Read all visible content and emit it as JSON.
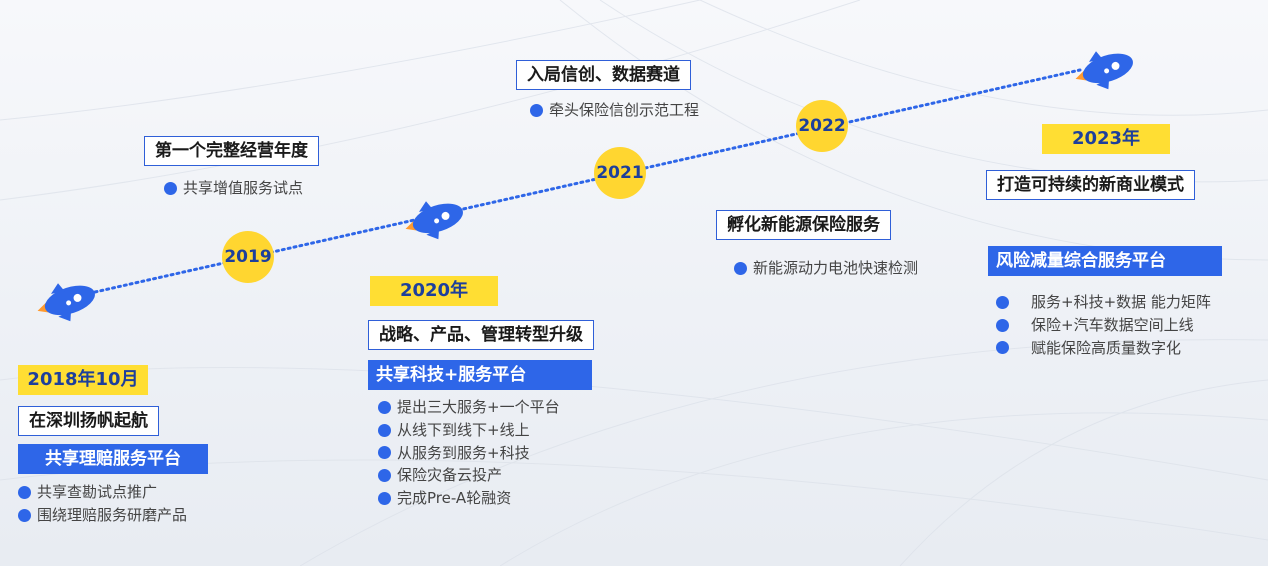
{
  "colors": {
    "accent_blue": "#2e66e8",
    "accent_yellow": "#ffd630",
    "year_text": "#1d3f9c"
  },
  "milestones": [
    {
      "year": "2018年10月",
      "title": "在深圳扬帆起航",
      "platform": "共享理赔服务平台",
      "items": [
        "共享查勘试点推广",
        "围绕理赔服务研磨产品"
      ]
    },
    {
      "year": "2019",
      "title": "第一个完整经营年度",
      "items": [
        "共享增值服务试点"
      ]
    },
    {
      "year": "2020年",
      "title": "战略、产品、管理转型升级",
      "platform": "共享科技+服务平台",
      "items": [
        "提出三大服务+一个平台",
        "从线下到线下+线上",
        "从服务到服务+科技",
        "保险灾备云投产",
        "完成Pre-A轮融资"
      ]
    },
    {
      "year": "2021",
      "title": "入局信创、数据赛道",
      "items": [
        "牵头保险信创示范工程"
      ]
    },
    {
      "year": "2022",
      "title": "孵化新能源保险服务",
      "items": [
        "新能源动力电池快速检测"
      ]
    },
    {
      "year": "2023年",
      "title": "打造可持续的新商业模式",
      "platform": "风险减量综合服务平台",
      "items": [
        "服务+科技+数据 能力矩阵",
        "保险+汽车数据空间上线",
        "赋能保险高质量数字化"
      ]
    }
  ],
  "icons": [
    "rocket-icon",
    "bullet-dot-icon"
  ]
}
